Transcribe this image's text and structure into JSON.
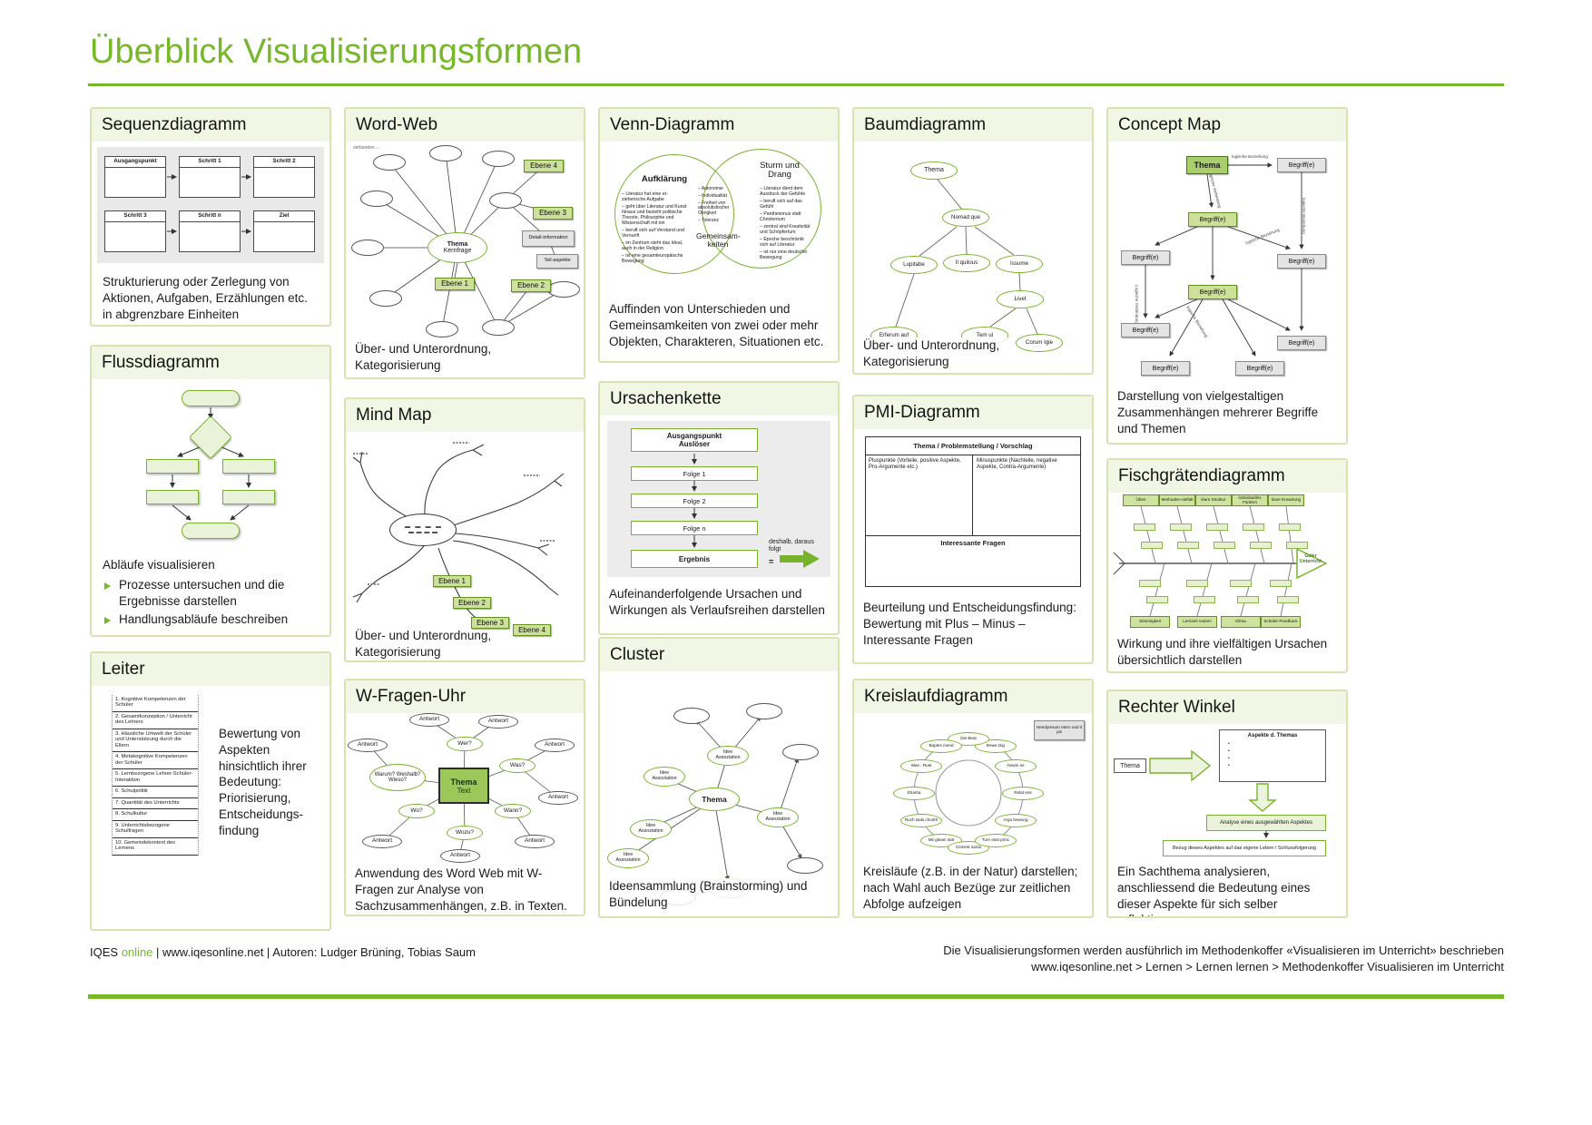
{
  "page": {
    "title": "Überblick Visualisierungsformen",
    "footer_brand": "IQES",
    "footer_brand_accent": "online",
    "footer_left_rest": "| www.iqesonline.net | Autoren: Ludger Brüning, Tobias Saum",
    "footer_right1": "Die Visualisierungsformen werden ausführlich im Methodenkoffer «Visualisieren im Unterricht» beschrieben",
    "footer_right2": "www.iqesonline.net > Lernen > Lernen lernen > Methodenkoffer Visualisieren im Unterricht"
  },
  "sequenz": {
    "title": "Sequenzdiagramm",
    "boxes": [
      "Ausgangspunkt",
      "Schritt 1",
      "Schritt 2",
      "Schritt 3",
      "Schritt n",
      "Ziel"
    ],
    "desc": "Strukturierung oder Zerlegung von Aktionen, Aufgaben, Erzählungen etc. in abgrenzbare Einheiten"
  },
  "fluss": {
    "title": "Flussdiagramm",
    "lead": "Abläufe visualisieren",
    "bullets": [
      "Prozesse untersuchen und die Ergebnisse darstellen",
      "Handlungsabläufe beschreiben"
    ]
  },
  "leiter": {
    "title": "Leiter",
    "items": [
      "1. Kognitive Kompetenzen der Schüler",
      "2. Gesamtkonzeption / Unterricht des Lehrers",
      "3. Häusliche Umwelt der Schüler und Unterstützung durch die Eltern",
      "4. Metakognitive Kompetenzen der Schüler",
      "5. Lernbezogene Lehrer-Schüler-Interaktion",
      "6. Schulpolitik",
      "7. Quantität des Unterrichts",
      "8. Schulkultur",
      "9. Unterrichtsbezogene Schulfragen",
      "10. Gemeindekontext des Lernens"
    ],
    "desc": "Bewertung von Aspekten hinsichtlich ihrer Bedeutung: Priorisierung, Entscheidungs-findung"
  },
  "wordweb": {
    "title": "Word-Web",
    "note": "verbunden …",
    "center1": "Thema",
    "center2": "Kernfrage",
    "tags": [
      "Ebene 1",
      "Ebene 2",
      "Ebene 3",
      "Ebene 4"
    ],
    "gray1": "Detail-information",
    "gray2": "Teil-aspekte",
    "desc": "Über- und Unterordnung, Kategorisierung"
  },
  "mindmap": {
    "title": "Mind Map",
    "tags": [
      "Ebene 1",
      "Ebene 2",
      "Ebene 3",
      "Ebene 4"
    ],
    "desc": "Über- und Unterordnung, Kategorisierung"
  },
  "wuhr": {
    "title": "W-Fragen-Uhr",
    "center1": "Thema",
    "center2": "Text",
    "questions": [
      "Wer?",
      "Was?",
      "Wann?",
      "Wozu?",
      "Wo?",
      "Warum? Weshalb? Wieso?"
    ],
    "answer": "Antwort",
    "desc": "Anwendung des Word Web mit W-Fragen zur Analyse von Sachzusammenhängen, z.B. in Texten."
  },
  "venn": {
    "title": "Venn-Diagramm",
    "left_title": "Aufklärung",
    "right_title": "Sturm und Drang",
    "center_title": "Gemeinsam-keiten",
    "left_items": [
      "– Literatur hat eine er­zieherische Aufgabe",
      "– geht über Literatur und Kunst hinaus und bezieht politische Theorie, Philosophie und Wissenschaft mit ein",
      "– beruft sich auf Verstand und Vernunft",
      "– im Zentrum steht das Ideal, auch in der Religion",
      "– ist eine gesamteuropäische Bewegung"
    ],
    "center_items": [
      "– Autonomie",
      "– Individualität",
      "– Freiheit von absolutistischer Obrigkeit",
      "– Toleranz"
    ],
    "right_items": [
      "– Literatur dient dem Ausdruck der Gefühle",
      "– beruft sich auf das Gefühl",
      "– Pantheismus statt Christentum",
      "– zentral sind Kreativität und Schöpfertum",
      "– Epoche beschränkt sich auf Literatur",
      "– ist nur eine deutsche Bewegung"
    ],
    "desc": "Auffinden von Unterschieden und Gemeinsamkeiten von zwei oder mehr Objekten, Charakteren, Situationen etc."
  },
  "kette": {
    "title": "Ursachenkette",
    "box1a": "Ausgangspunkt",
    "box1b": "Auslöser",
    "boxes": [
      "Folge 1",
      "Folge 2",
      "Folge n",
      "Ergebnis"
    ],
    "note1": "deshalb, daraus folgt",
    "note2": "=",
    "desc": "Aufeinanderfolgende Ursachen und Wirkungen als Verlaufsreihen darstellen"
  },
  "cluster": {
    "title": "Cluster",
    "center": "Thema",
    "node1": "Idee",
    "node2": "Assoziation",
    "desc": "Ideensammlung (Brainstorming) und Bündelung"
  },
  "baum": {
    "title": "Baumdiagramm",
    "nodes": [
      "Thema",
      "Nomad que",
      "Lupitabe",
      "Il quilous",
      "Issume",
      "Livet",
      "Erferum auf",
      "Tem ul",
      "Corum Igle"
    ],
    "desc": "Über- und Unterordnung, Kategorisierung"
  },
  "pmi": {
    "title": "PMI-Diagramm",
    "table_title": "Thema / Problemstellung / Vorschlag",
    "plus": "Pluspunkte (Vorteile, positive Aspekte, Pro-Argumente etc.)",
    "minus": "Minuspunkte (Nachteile, negative Aspekte, Contra-Argumente)",
    "questions": "Interessante Fragen",
    "desc": "Beurteilung und Entscheidungsfindung: Bewertung mit Plus – Minus – Interessante Fragen"
  },
  "kreis": {
    "title": "Kreislaufdiagramm",
    "labels": [
      "Relat ens",
      "Gewin se",
      "Bewe tzig",
      "Die Beat",
      "Baptes merid",
      "Was - Rust",
      "Eharita",
      "Ruch wals chunth",
      "Mit gleam stat",
      "Crimest sardo",
      "Turn east princ",
      "Argo bewung"
    ],
    "note": "Hendyresum etern und it pis",
    "desc": "Kreisläufe (z.B. in der Natur) darstellen; nach Wahl auch Bezüge zur zeitlichen Abfolge aufzeigen"
  },
  "concept": {
    "title": "Concept Map",
    "thema": "Thema",
    "begriff": "Begriff(e)",
    "edge1": "logische Beziehung",
    "edge2": "Logische Verbindung",
    "desc": "Darstellung von vielgestaltigen Zusammenhängen mehrerer Begriffe und Themen"
  },
  "fisch": {
    "title": "Fischgrätendiagramm",
    "top_cats": [
      "Üben",
      "Methoden-vielfalt",
      "klare Struktur",
      "individuelles Fördern",
      "klare Erwartung"
    ],
    "bottom_cats": [
      "Stimmigkeit",
      "Lernzeit nutzen",
      "Klima",
      "Schüler-Feedback"
    ],
    "head": "Guter Unterricht",
    "desc": "Wirkung und ihre vielfältigen Ursachen übersichtlich darstellen"
  },
  "winkel": {
    "title": "Rechter Winkel",
    "thema": "Thema",
    "aspekte_title": "Aspekte d. Themas",
    "bullet": "•",
    "analyse": "Analyse eines ausgewählten Aspektes",
    "bezug": "Bezug dieses Aspektes auf das eigene Leben / Schlussfolgerung",
    "desc": "Ein Sachthema analysieren, anschliessend die Bedeutung eines dieser Aspekte für sich selber reflektieren"
  }
}
